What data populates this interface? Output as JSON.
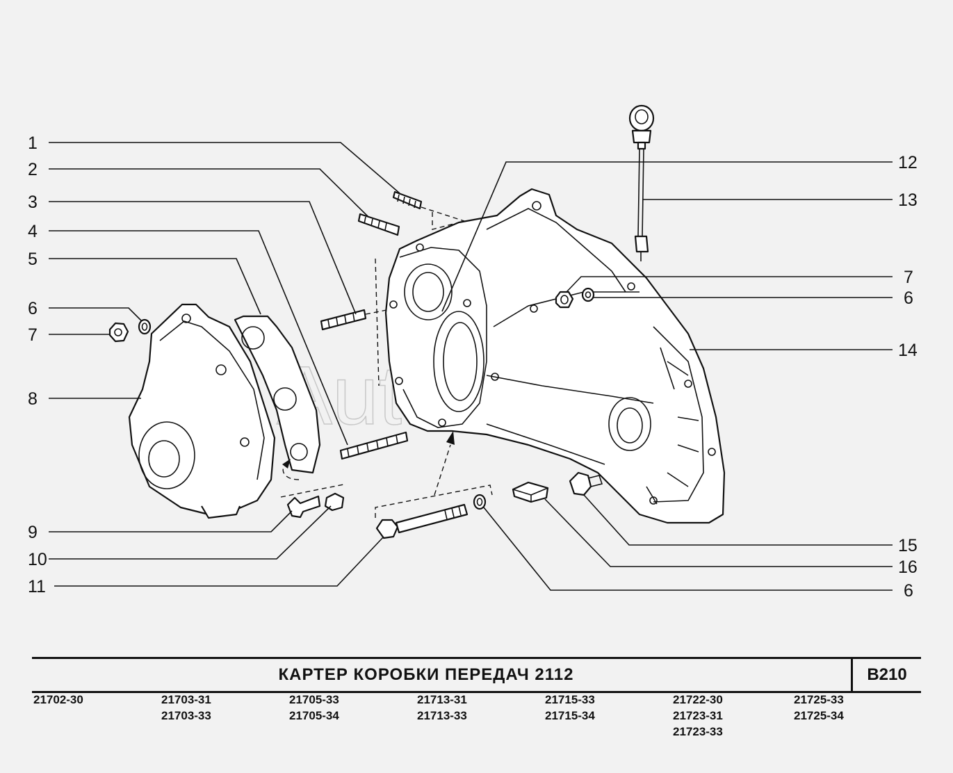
{
  "watermark": "AutoSoft",
  "callouts": {
    "c1": "1",
    "c2": "2",
    "c3": "3",
    "c4": "4",
    "c5": "5",
    "c6a": "6",
    "c7a": "7",
    "c8": "8",
    "c9": "9",
    "c10": "10",
    "c11": "11",
    "c12": "12",
    "c13": "13",
    "c7b": "7",
    "c6b": "6",
    "c14": "14",
    "c15": "15",
    "c16": "16",
    "c6c": "6"
  },
  "title": {
    "text": "КАРТЕР   КОРОБКИ   ПЕРЕДАЧ   2112",
    "code": "В210"
  },
  "models": [
    [
      "21702-30"
    ],
    [
      "21703-31",
      "21703-33"
    ],
    [
      "21705-33",
      "21705-34"
    ],
    [
      "21713-31",
      "21713-33"
    ],
    [
      "21715-33",
      "21715-34"
    ],
    [
      "21722-30",
      "21723-31",
      "21723-33"
    ],
    [
      "21725-33",
      "21725-34"
    ]
  ]
}
